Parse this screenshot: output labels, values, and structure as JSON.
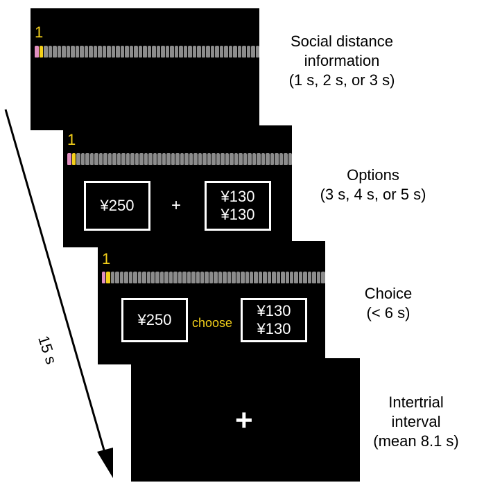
{
  "stages": [
    {
      "id": "social",
      "label_lines": [
        "Social distance",
        "information",
        "(1 s, 2 s, or 3 s)"
      ],
      "rank_number": "1",
      "left_option": [],
      "right_option": [],
      "connector": "",
      "center_symbol": ""
    },
    {
      "id": "options",
      "label_lines": [
        "Options",
        "(3 s, 4 s, or 5 s)"
      ],
      "rank_number": "1",
      "left_option": [
        "¥250"
      ],
      "right_option": [
        "¥130",
        "¥130"
      ],
      "connector": "+",
      "center_symbol": ""
    },
    {
      "id": "choice",
      "label_lines": [
        "Choice",
        "(< 6 s)"
      ],
      "rank_number": "1",
      "left_option": [
        "¥250"
      ],
      "right_option": [
        "¥130",
        "¥130"
      ],
      "connector": "choose",
      "center_symbol": ""
    },
    {
      "id": "iti",
      "label_lines": [
        "Intertrial",
        "interval",
        "(mean 8.1 s)"
      ],
      "rank_number": "",
      "left_option": [],
      "right_option": [],
      "connector": "",
      "center_symbol": "+"
    }
  ],
  "timeline": {
    "duration_label": "15 s"
  },
  "colors": {
    "screen": "#000000",
    "text_on_screen": "#ffffff",
    "highlight_yellow": "#f5d11a",
    "self_pink": "#e08fc0",
    "other_gray": "#8c8c8c"
  },
  "social_distance_row": {
    "people_count": 50,
    "pink_index": 0,
    "yellow_index": 1
  }
}
